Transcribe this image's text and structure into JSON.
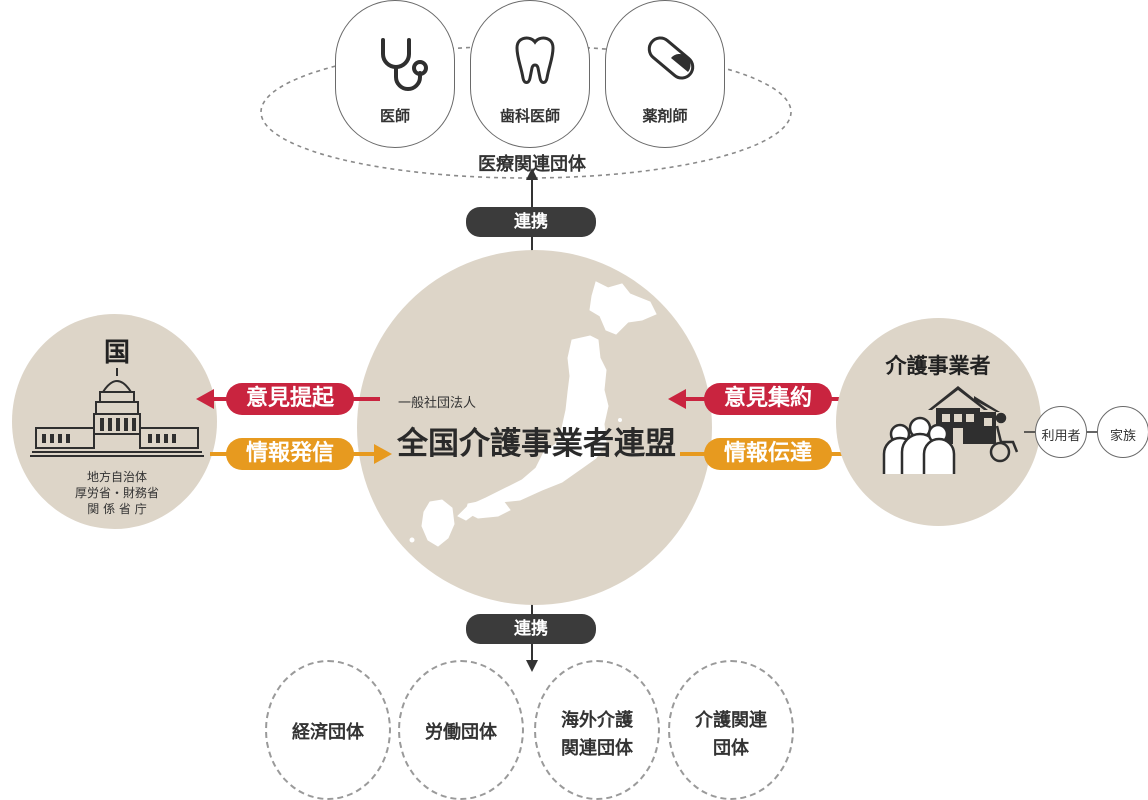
{
  "medical": {
    "items": [
      {
        "label": "医師",
        "icon": "stethoscope-icon"
      },
      {
        "label": "歯科医師",
        "icon": "tooth-icon"
      },
      {
        "label": "薬剤師",
        "icon": "capsule-icon"
      }
    ],
    "group_label": "医療関連団体"
  },
  "center": {
    "subtitle": "一般社団法人",
    "title": "全国介護事業者連盟"
  },
  "links": {
    "top": "連携",
    "bottom": "連携"
  },
  "government": {
    "title": "国",
    "sub_lines": [
      "地方自治体",
      "厚労省・財務省",
      "関 係 省 庁"
    ]
  },
  "arrows": {
    "left_top": "意見提起",
    "left_bottom": "情報発信",
    "right_top": "意見集約",
    "right_bottom": "情報伝達"
  },
  "providers": {
    "title": "介護事業者",
    "users": "利用者",
    "family": "家族"
  },
  "bottom_groups": [
    {
      "label": "経済団体"
    },
    {
      "label": "労働団体"
    },
    {
      "label_lines": [
        "海外介護",
        "関連団体"
      ]
    },
    {
      "label_lines": [
        "介護関連",
        "団体"
      ]
    }
  ],
  "colors": {
    "beige": "#ddd5c8",
    "red": "#c9243f",
    "orange": "#e79a1f",
    "dark": "#3b3b3b"
  }
}
